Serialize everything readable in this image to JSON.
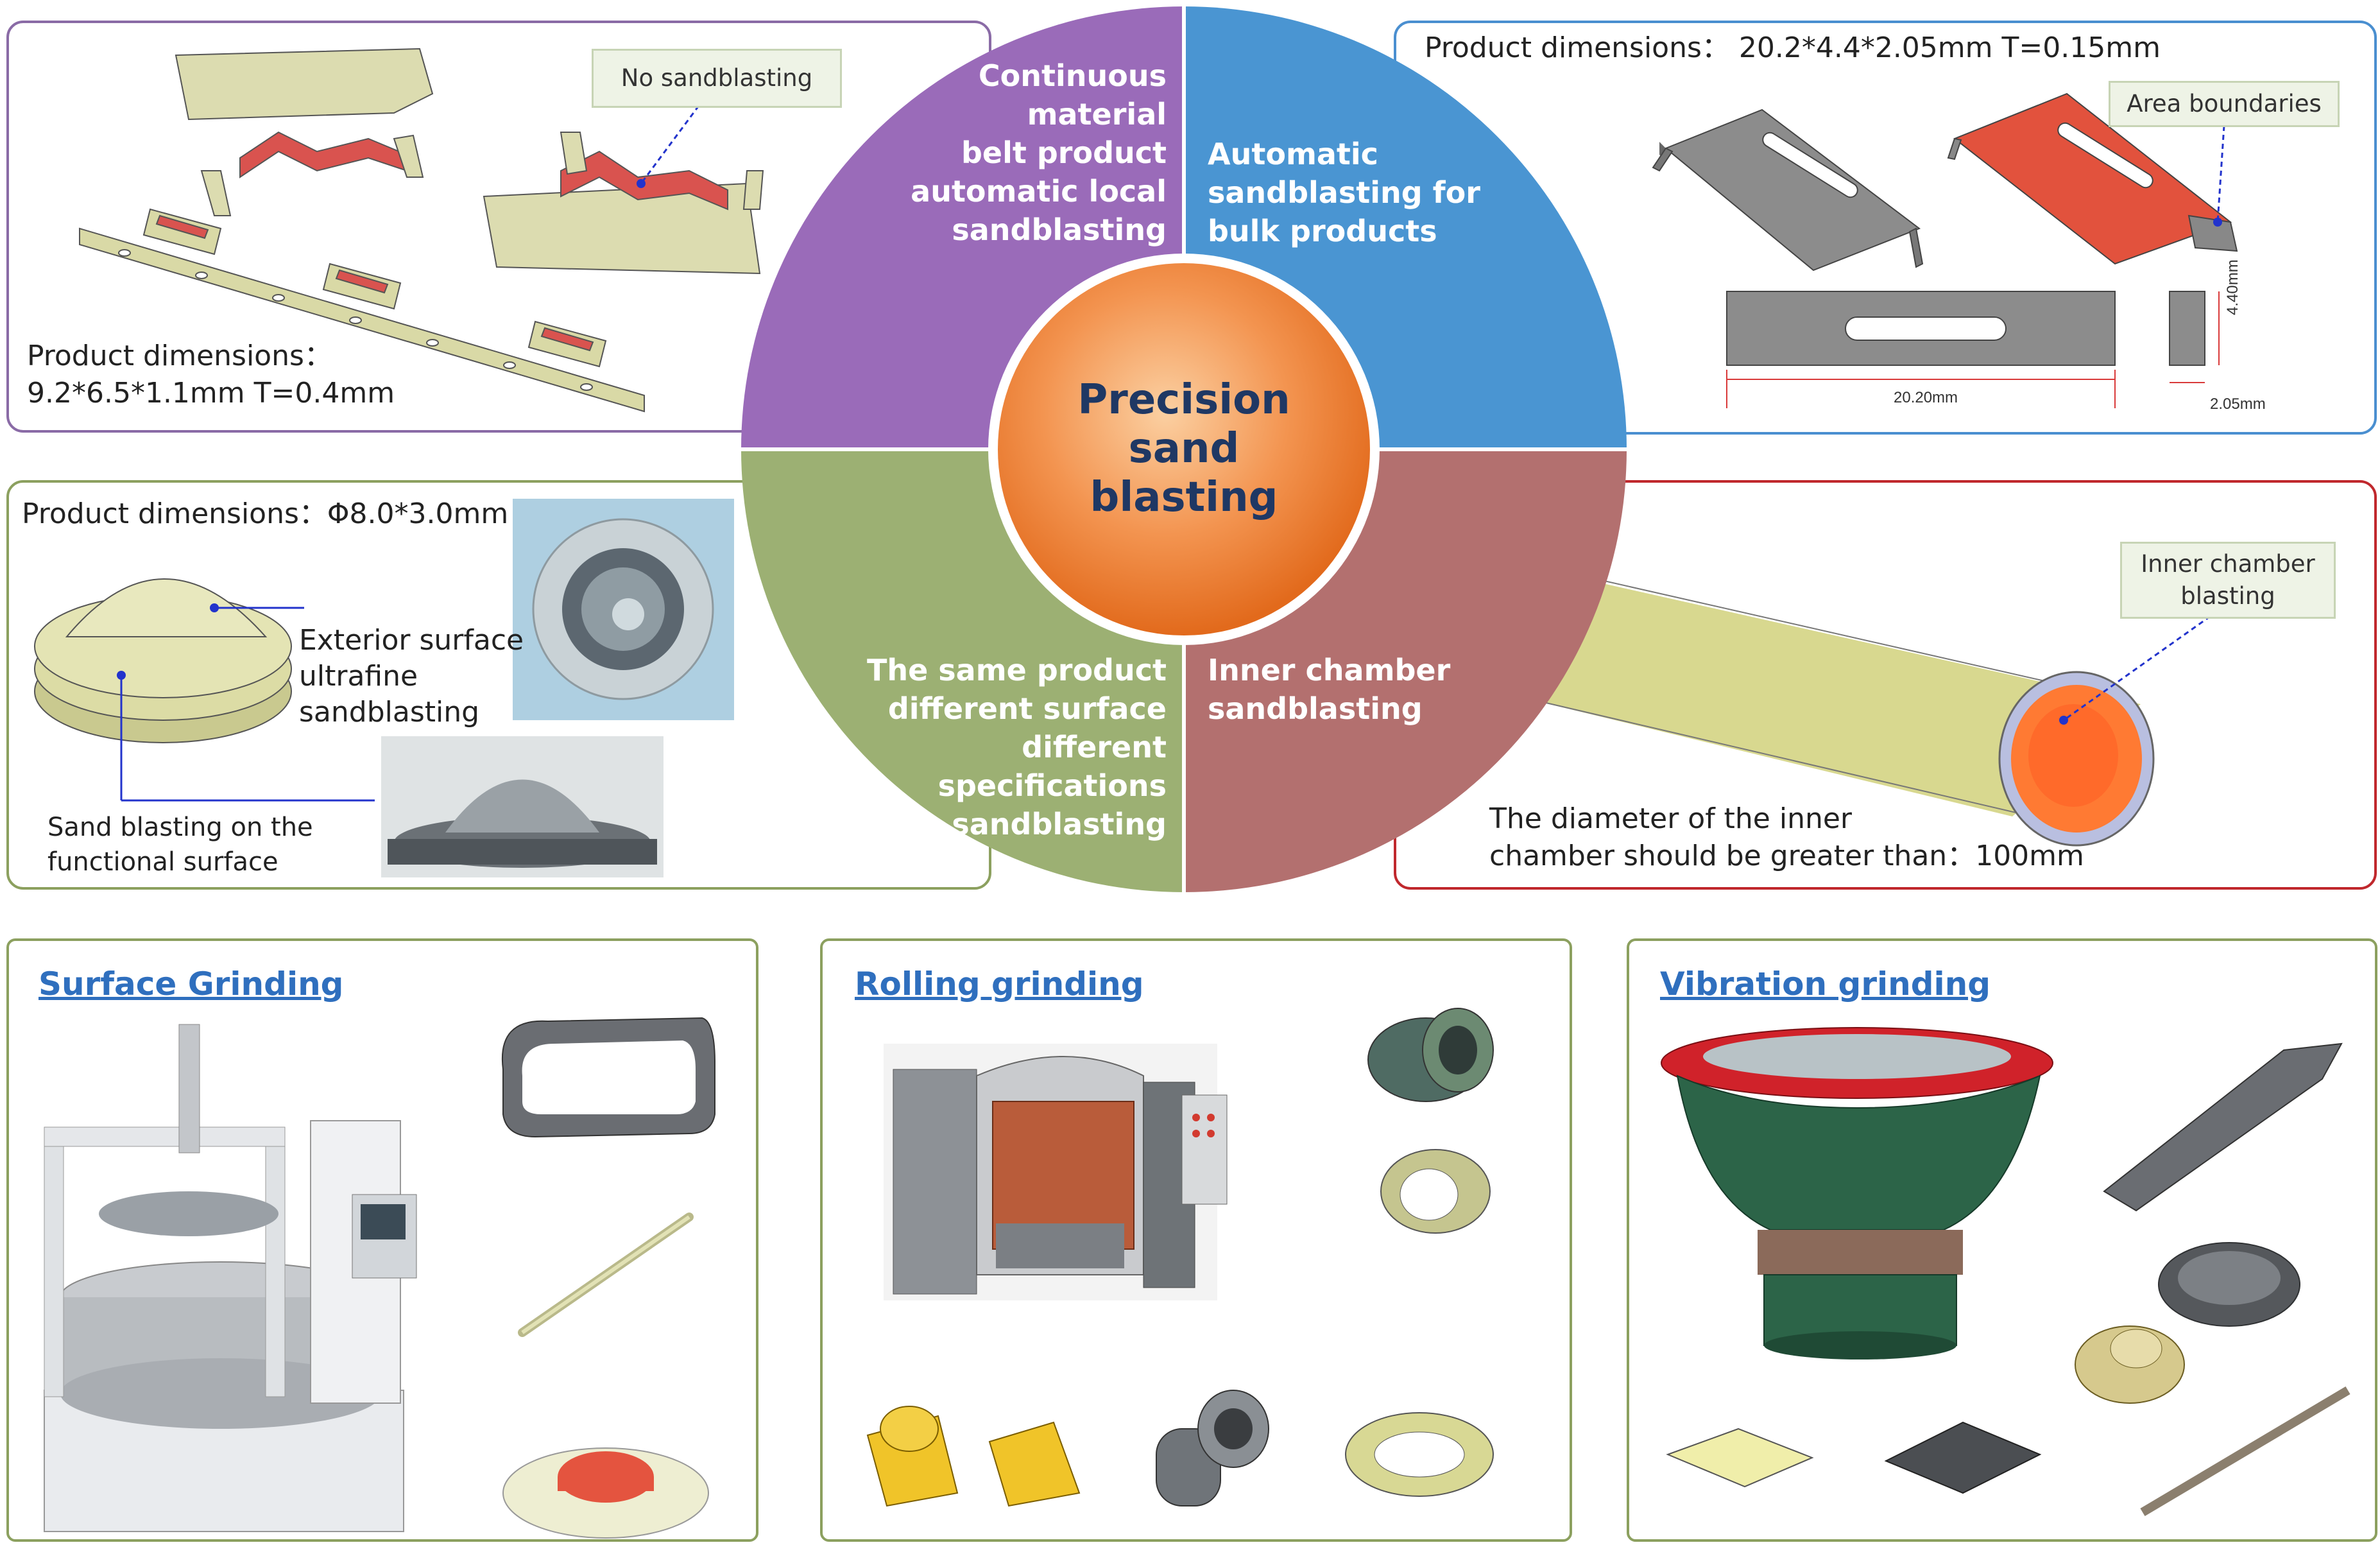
{
  "center": {
    "title": "Precision\nsand\nblasting"
  },
  "quadrants": {
    "top_left": {
      "label": "Continuous\nmaterial\nbelt product\nautomatic local\nsandblasting",
      "color": "#9a6bb9"
    },
    "top_right": {
      "label": "Automatic\nsandblasting for\nbulk products",
      "color": "#4a95d2"
    },
    "bottom_left": {
      "label": "The same product\ndifferent surface\ndifferent\nspecifications\nsandblasting",
      "color": "#9cb073"
    },
    "bottom_right": {
      "label": "Inner chamber\nsandblasting",
      "color": "#b3706f"
    }
  },
  "panels": {
    "belt": {
      "callout": "No sandblasting",
      "dimensions": "Product dimensions：\n9.2*6.5*1.1mm T=0.4mm"
    },
    "bulk": {
      "dimensions": "Product dimensions：  20.2*4.4*2.05mm T=0.15mm",
      "callout": "Area boundaries",
      "dim_length": "20.20mm",
      "dim_height": "4.40mm",
      "dim_width": "2.05mm"
    },
    "surface": {
      "dimensions": "Product dimensions：Φ8.0*3.0mm",
      "exterior_label": "Exterior surface\nultrafine\nsandblasting",
      "functional_label": "Sand blasting on the\nfunctional surface"
    },
    "chamber": {
      "callout": "Inner chamber\nblasting",
      "note": "The diameter of the inner\nchamber should be greater than：100mm"
    }
  },
  "bottom": {
    "surface_grinding": {
      "title": "Surface Grinding"
    },
    "rolling_grinding": {
      "title": "Rolling grinding"
    },
    "vibration_grinding": {
      "title": "Vibration grinding"
    }
  },
  "colors": {
    "purple_border": "#8a6ba6",
    "blue_border": "#4a8fd0",
    "green_border": "#8ca05f",
    "red_border": "#c0282d",
    "title_blue": "#2f6fbe"
  }
}
